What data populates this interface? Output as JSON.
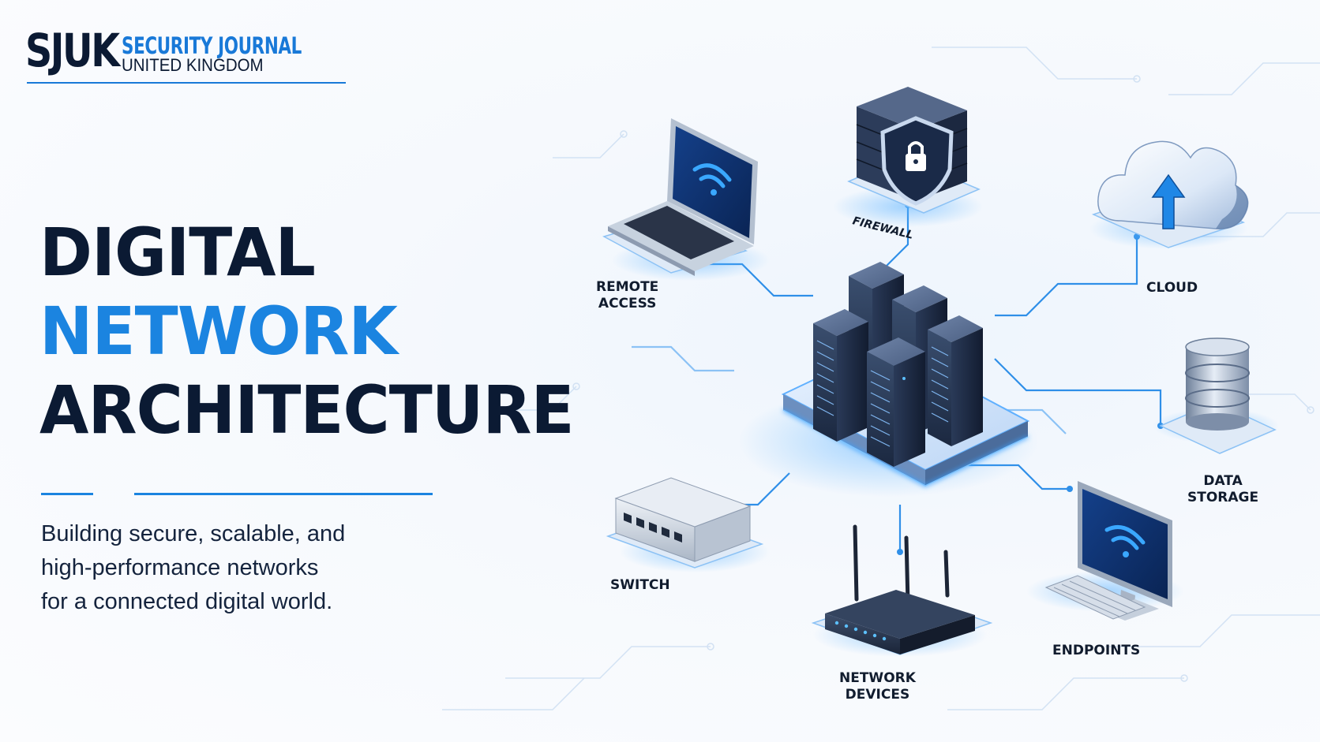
{
  "brand": {
    "abbr": "SJUK",
    "name_line1": "SECURITY JOURNAL",
    "name_line2": "UNITED KINGDOM"
  },
  "headline": {
    "line1": "DIGITAL",
    "line2": "NETWORK",
    "line3": "ARCHITECTURE"
  },
  "tagline": {
    "line1": "Building secure, scalable, and",
    "line2": "high-performance networks",
    "line3": "for a connected digital world."
  },
  "nodes": {
    "remote_access": {
      "line1": "REMOTE",
      "line2": "ACCESS",
      "icon": "laptop-icon"
    },
    "firewall": {
      "label": "FIREWALL",
      "icon": "firewall-shield-icon"
    },
    "cloud": {
      "label": "CLOUD",
      "icon": "cloud-upload-icon"
    },
    "data_storage": {
      "line1": "DATA",
      "line2": "STORAGE",
      "icon": "database-icon"
    },
    "endpoints": {
      "label": "ENDPOINTS",
      "icon": "desktop-computer-icon"
    },
    "network_devices": {
      "line1": "NETWORK",
      "line2": "DEVICES",
      "icon": "router-icon"
    },
    "switch": {
      "label": "SWITCH",
      "icon": "network-switch-icon"
    },
    "core": {
      "icon": "server-racks-icon"
    }
  },
  "colors": {
    "navy": "#0b1a33",
    "accent_blue": "#1b84e0",
    "glow_blue": "#3aa0ff",
    "background": "#f6f9fd"
  }
}
